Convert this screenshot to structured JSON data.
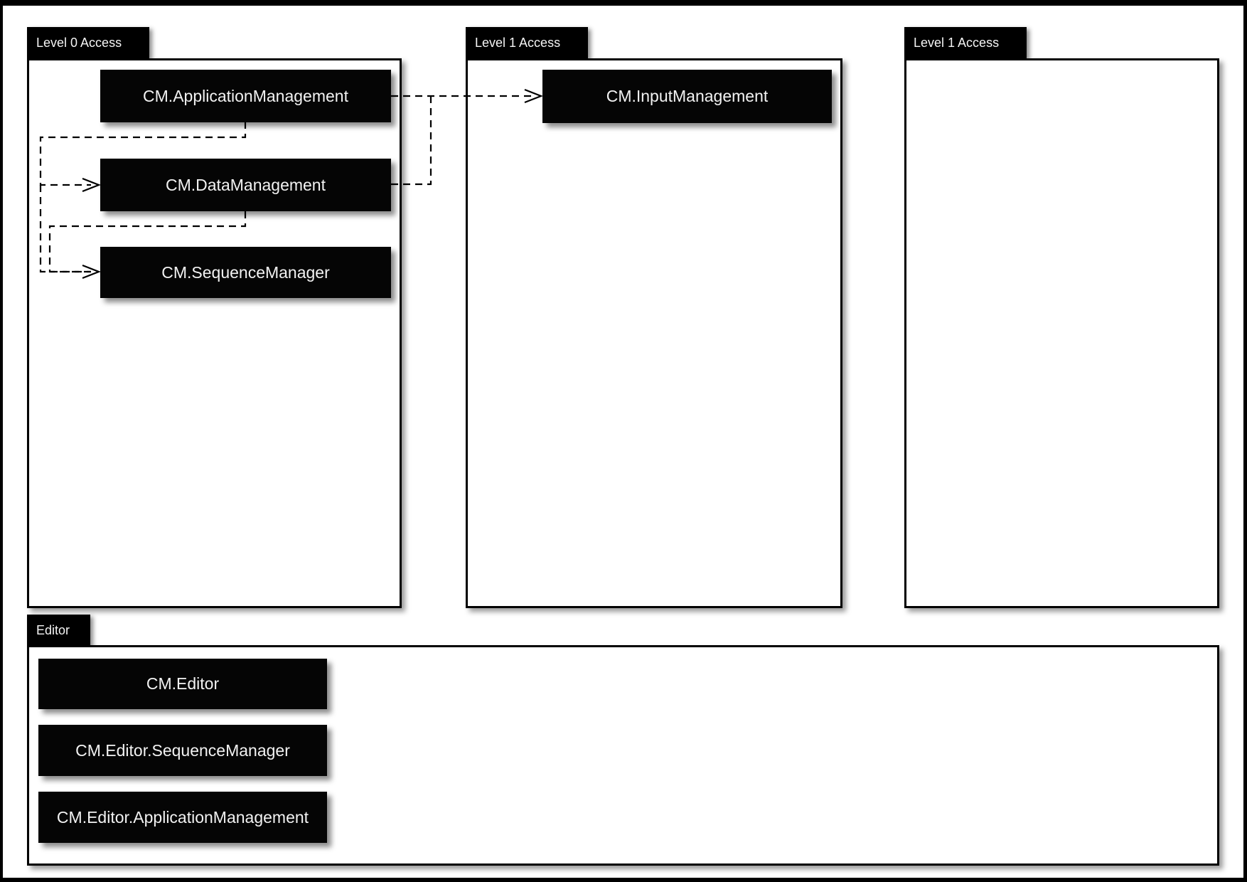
{
  "packages": {
    "level0": {
      "tab_label": "Level 0 Access",
      "nodes": [
        {
          "label": "CM.ApplicationManagement"
        },
        {
          "label": "CM.DataManagement"
        },
        {
          "label": "CM.SequenceManager"
        }
      ]
    },
    "level1_middle": {
      "tab_label": "Level 1 Access",
      "nodes": [
        {
          "label": "CM.InputManagement"
        }
      ]
    },
    "level1_right": {
      "tab_label": "Level 1 Access",
      "nodes": []
    },
    "editor": {
      "tab_label": "Editor",
      "nodes": [
        {
          "label": "CM.Editor"
        },
        {
          "label": "CM.Editor.SequenceManager"
        },
        {
          "label": "CM.Editor.ApplicationManagement"
        }
      ]
    }
  },
  "edges": [
    {
      "from": "CM.ApplicationManagement",
      "to": "CM.DataManagement",
      "style": "dashed-arrow"
    },
    {
      "from": "CM.ApplicationManagement",
      "to": "CM.SequenceManager",
      "style": "dashed-arrow"
    },
    {
      "from": "CM.DataManagement",
      "to": "CM.SequenceManager",
      "style": "dashed-arrow"
    },
    {
      "from": "CM.ApplicationManagement",
      "to": "CM.InputManagement",
      "style": "dashed-arrow"
    },
    {
      "from": "CM.DataManagement",
      "to": "CM.InputManagement",
      "style": "dashed-arrow"
    }
  ],
  "colors": {
    "node_fill": "#000000",
    "node_text": "#f2f2f2",
    "package_border": "#000000",
    "line": "#000000",
    "background": "#ffffff"
  }
}
